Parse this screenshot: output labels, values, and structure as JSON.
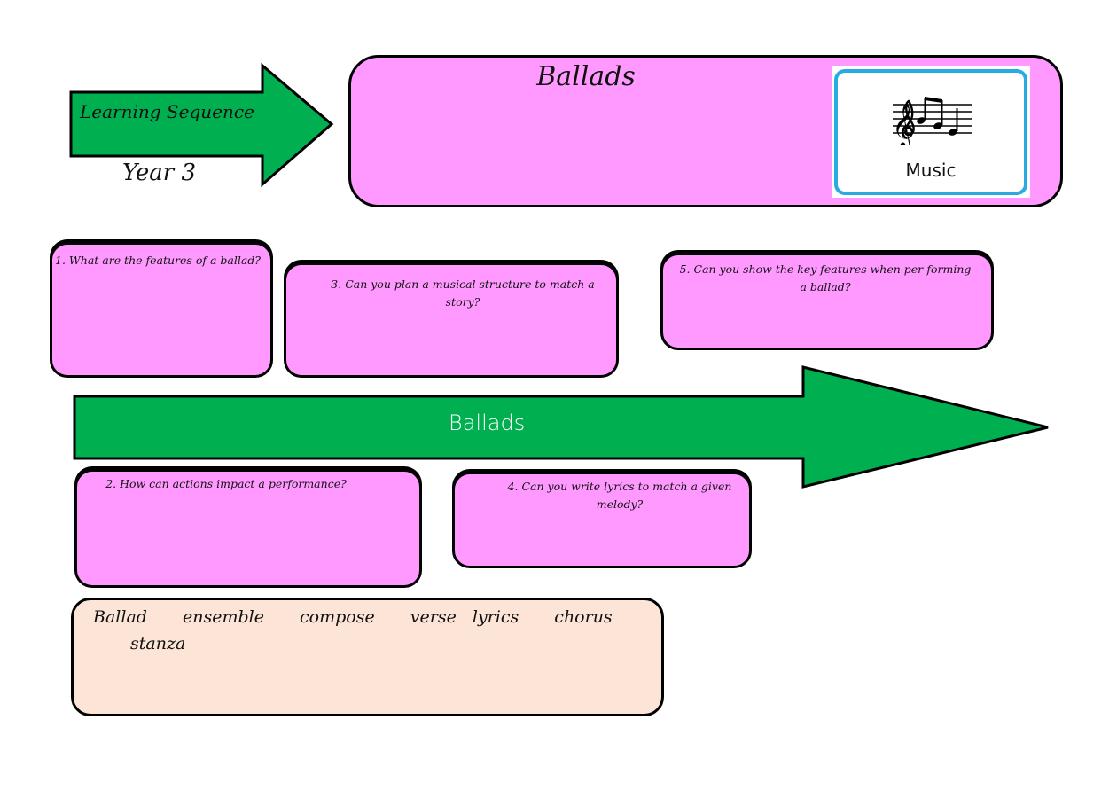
{
  "header": {
    "arrow_label": "Learning Sequence",
    "year_label": "Year 3"
  },
  "title_box": {
    "title": "Ballads",
    "subject_card": {
      "icon": "music-notes-icon",
      "label": "Music"
    }
  },
  "timeline": {
    "label": "Ballads"
  },
  "questions": [
    {
      "number": 1,
      "text": "1. What are the features of a ballad?"
    },
    {
      "number": 2,
      "text": "2. How can actions impact a performance?"
    },
    {
      "number": 3,
      "text": "3. Can you plan a musical structure to match a story?"
    },
    {
      "number": 4,
      "text": "4. Can you write lyrics to match a given melody?"
    },
    {
      "number": 5,
      "text": "5. Can you show the key features when per-forming a ballad?"
    }
  ],
  "vocabulary": {
    "words": [
      "Ballad",
      "ensemble",
      "compose",
      "verse",
      "lyrics",
      "chorus",
      "stanza"
    ]
  },
  "colors": {
    "card_pink": "#ff99ff",
    "arrow_green": "#00b050",
    "vocab_peach": "#fce4d6",
    "subject_card_border": "#29abe2"
  }
}
